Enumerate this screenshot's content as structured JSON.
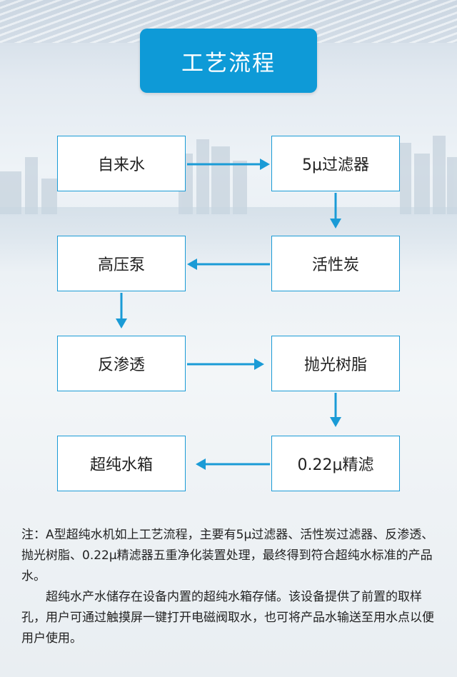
{
  "title": "工艺流程",
  "flow": {
    "nodes": [
      {
        "id": "n1",
        "label": "自来水"
      },
      {
        "id": "n2",
        "label": "5μ过滤器"
      },
      {
        "id": "n3",
        "label": "活性炭"
      },
      {
        "id": "n4",
        "label": "高压泵"
      },
      {
        "id": "n5",
        "label": "反渗透"
      },
      {
        "id": "n6",
        "label": "抛光树脂"
      },
      {
        "id": "n7",
        "label": "0.22μ精滤"
      },
      {
        "id": "n8",
        "label": "超纯水箱"
      }
    ],
    "edges": [
      {
        "from": "n1",
        "to": "n2"
      },
      {
        "from": "n2",
        "to": "n3"
      },
      {
        "from": "n3",
        "to": "n4"
      },
      {
        "from": "n4",
        "to": "n5"
      },
      {
        "from": "n5",
        "to": "n6"
      },
      {
        "from": "n6",
        "to": "n7"
      },
      {
        "from": "n7",
        "to": "n8"
      }
    ]
  },
  "notes": {
    "paragraph1": "注：A型超纯水机如上工艺流程，主要有5μ过滤器、活性炭过滤器、反渗透、抛光树脂、0.22μ精滤器五重净化装置处理，最终得到符合超纯水标准的产品水。",
    "paragraph2": "超纯水产水储存在设备内置的超纯水箱存储。该设备提供了前置的取样孔，用户可通过触摸屏一键打开电磁阀取水，也可将产品水输送至用水点以便用户使用。"
  },
  "colors": {
    "accent": "#0e9ad7",
    "arrow": "#1a9bd6",
    "box_border": "#1a9bd6"
  }
}
